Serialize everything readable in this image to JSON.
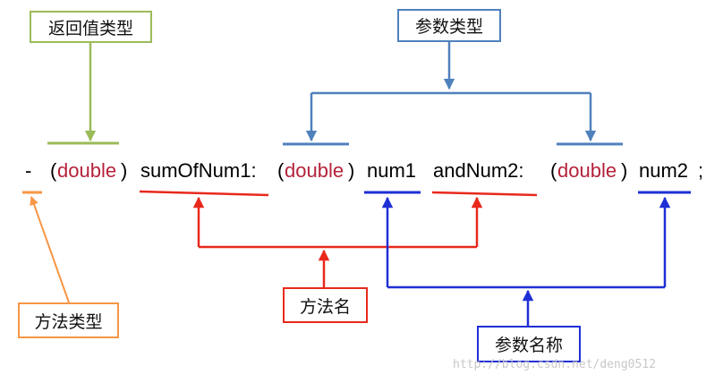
{
  "labels": {
    "return_type": "返回值类型",
    "param_type": "参数类型",
    "method_type": "方法类型",
    "method_name": "方法名",
    "param_name": "参数名称"
  },
  "code": {
    "dash": "-",
    "open1": "(",
    "type1": "double",
    "close1": ")",
    "name_part1": "sumOfNum1:",
    "open2": "(",
    "type2": "double",
    "close2": ")",
    "param1": "num1",
    "name_part2": "andNum2:",
    "open3": "(",
    "type3": "double",
    "close3": ")",
    "param2": "num2",
    "semicolon": ";"
  },
  "colors": {
    "return_type": "#9bbb59",
    "param_type": "#4f81bd",
    "method_type": "#f79646",
    "method_name": "#e8291c",
    "param_name": "#1f2fd6",
    "keyword": "#b4223a"
  },
  "watermark": "http://blog.csdn.net/deng0512"
}
